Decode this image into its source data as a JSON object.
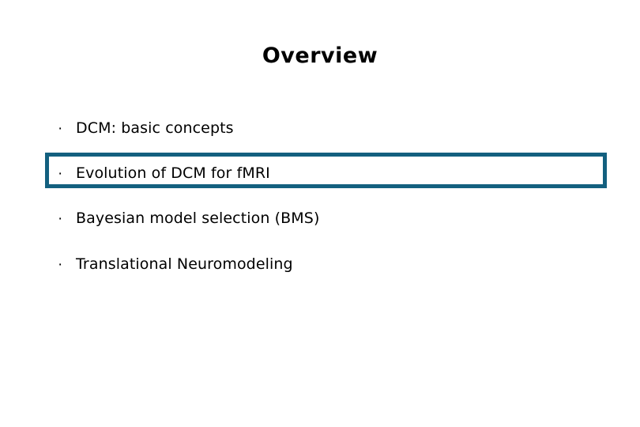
{
  "slide": {
    "title": "Overview",
    "background_color": "#ffffff",
    "text_color": "#000000",
    "highlight_color": "#13607f",
    "bullet_glyph": "·",
    "items": [
      {
        "label": "DCM: basic concepts",
        "highlighted": false
      },
      {
        "label": "Evolution of DCM for fMRI",
        "highlighted": true
      },
      {
        "label": "Bayesian model selection (BMS)",
        "highlighted": false
      },
      {
        "label": "Translational Neuromodeling",
        "highlighted": false
      }
    ]
  }
}
